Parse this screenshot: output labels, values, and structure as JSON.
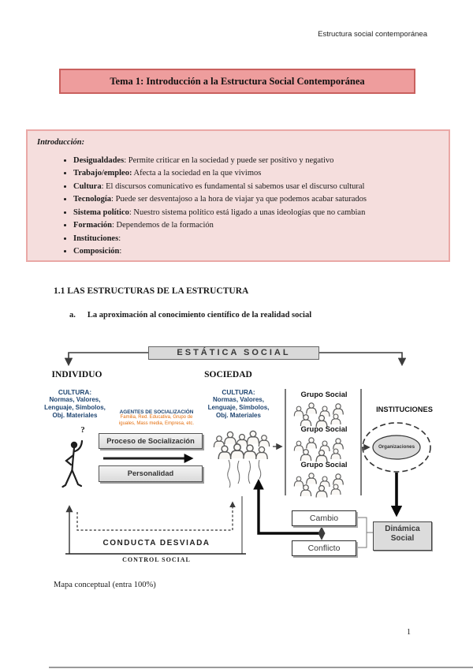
{
  "header": {
    "running_title": "Estructura social contemporánea",
    "page_number": "1"
  },
  "title_banner": "Tema 1: Introducción a la Estructura Social Contemporánea",
  "intro": {
    "heading": "Introducción:",
    "bullets": [
      {
        "term": "Desigualdades",
        "text": ": Permite criticar en la sociedad y puede ser positivo y negativo"
      },
      {
        "term": "Trabajo/empleo:",
        "text": " Afecta a la sociedad en la que vivimos"
      },
      {
        "term": "Cultura",
        "text": ": El discursos comunicativo es fundamental si sabemos usar el discurso cultural"
      },
      {
        "term": "Tecnología",
        "text": ": Puede ser desventajoso a la hora de viajar ya que podemos acabar saturados"
      },
      {
        "term": "Sistema político",
        "text": ": Nuestro sistema político está ligado a unas ideologías que no cambian"
      },
      {
        "term": "Formación",
        "text": ": Dependemos de la formación"
      },
      {
        "term": "Instituciones",
        "text": ":"
      },
      {
        "term": "Composición",
        "text": ":"
      }
    ]
  },
  "section": {
    "heading": "1.1 LAS ESTRUCTURAS DE LA ESTRUCTURA",
    "sub_letter": "a.",
    "sub_title": "La aproximación al conocimiento científico de la realidad social"
  },
  "diagram": {
    "estatica": "ESTÁTICA SOCIAL",
    "individuo": "INDIVIDUO",
    "sociedad": "SOCIEDAD",
    "cultura_heading": "CULTURA:",
    "cultura_lines": [
      "Normas, Valores,",
      "Lenguaje, Símbolos,",
      "Obj. Materiales"
    ],
    "agentes_heading": "AGENTES DE SOCIALIZACIÓN",
    "agentes_text": "Familia, Red. Educativa, Grupo de iguales, Mass media, Empresa, etc.",
    "proceso": "Proceso de Socialización",
    "personalidad": "Personalidad",
    "grupo_social": "Grupo Social",
    "instituciones": "INSTITUCIONES",
    "organizaciones": "Organizaciones",
    "cambio": "Cambio",
    "conflicto": "Conflicto",
    "dinamica_line1": "Dinámica",
    "dinamica_line2": "Social",
    "conducta_desviada": "CONDUCTA DESVIADA",
    "control_social": "CONTROL SOCIAL",
    "question_mark": "?"
  },
  "caption": "Mapa conceptual (entra 100%)",
  "colors": {
    "title_banner_fill": "#ee9d9d",
    "title_banner_border": "#c9605e",
    "intro_box_fill": "#f5dedd",
    "intro_box_border": "#eaa8a6",
    "diagram_blue_text": "#1f4571",
    "diagram_orange_text": "#e36c0a",
    "diagram_gray_fill": "#d9d9d9"
  }
}
